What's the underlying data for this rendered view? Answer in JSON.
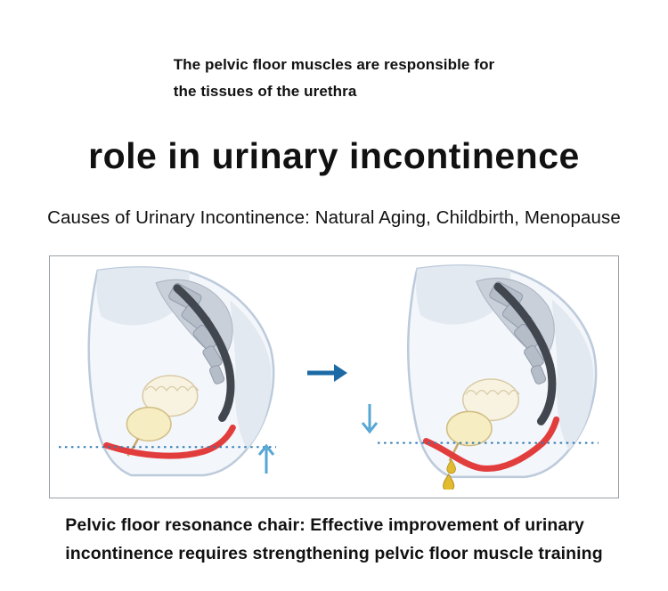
{
  "header": {
    "line1": "The pelvic floor muscles are responsible for",
    "line2": "the tissues of the urethra"
  },
  "title": "role in urinary incontinence",
  "subtitle": "Causes of Urinary Incontinence: Natural Aging, Childbirth, Menopause",
  "footer": {
    "line1": "Pelvic floor resonance chair: Effective improvement of urinary",
    "line2": "incontinence requires strengthening pelvic floor muscle training"
  },
  "icons": {
    "transition_arrow": "right-arrow",
    "lift_arrow": "up-arrow",
    "descent_arrow": "down-arrow",
    "leak_drops": "urine-drops"
  },
  "colors": {
    "text": "#111111",
    "panel_border": "#9aa0a6",
    "arrow_dark_blue": "#1b6aa5",
    "arrow_light_blue": "#56a7d3",
    "dotted_line_blue": "#2e7cb5",
    "pelvic_floor_red": "#e23d3d",
    "drop_yellow": "#e3bb2e",
    "bone_gray": "#b5bdc9",
    "dark_ligament": "#41464f",
    "bladder_beige": "#f6edc2",
    "skin_outline": "#bccadb"
  }
}
